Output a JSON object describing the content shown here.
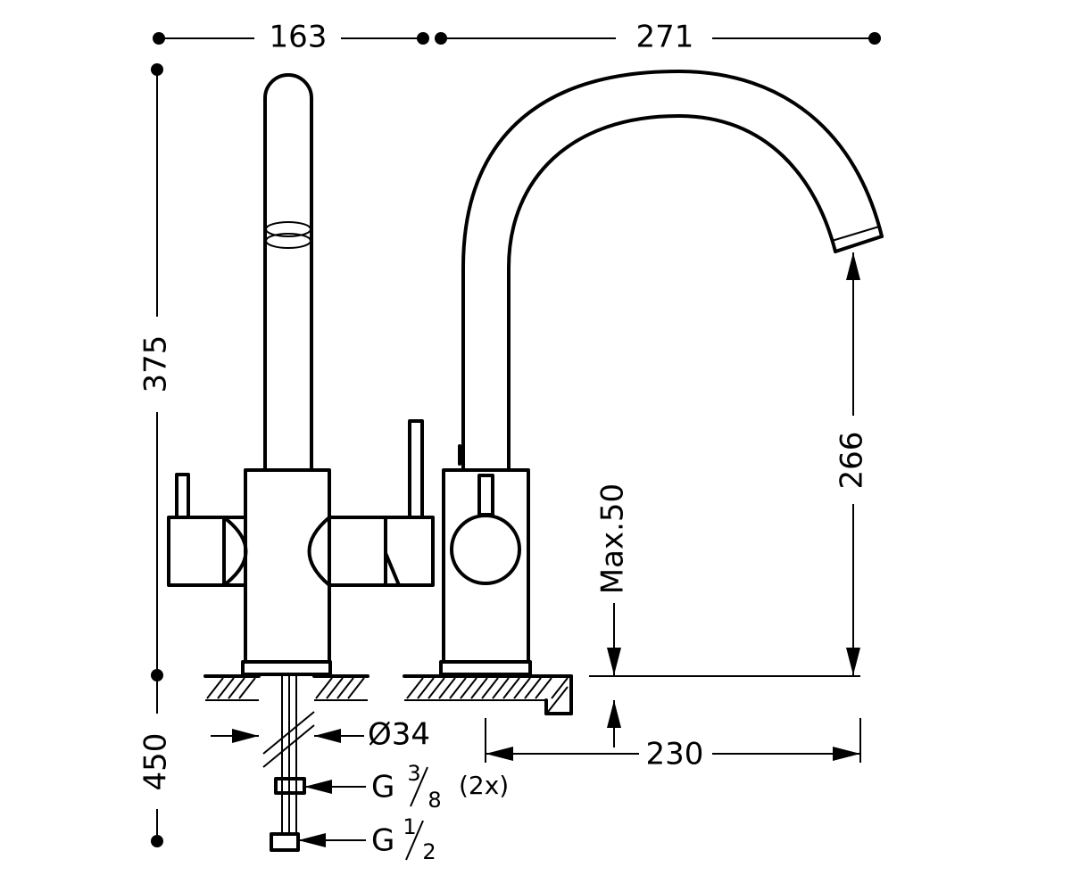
{
  "diagram": {
    "dimensions": {
      "top_left_width": "163",
      "top_right_width": "271",
      "height_overall": "375",
      "height_below": "450",
      "spout_height": "266",
      "spout_reach": "230",
      "max_thickness": "Max.50",
      "hole_diameter": "Ø34"
    },
    "connections": {
      "cold_hot": {
        "prefix": "G",
        "num": "3",
        "den": "8",
        "note": "(2x)"
      },
      "filtered": {
        "prefix": "G",
        "num": "1",
        "den": "2"
      }
    },
    "colors": {
      "ink": "#000000",
      "background": "#ffffff"
    }
  }
}
